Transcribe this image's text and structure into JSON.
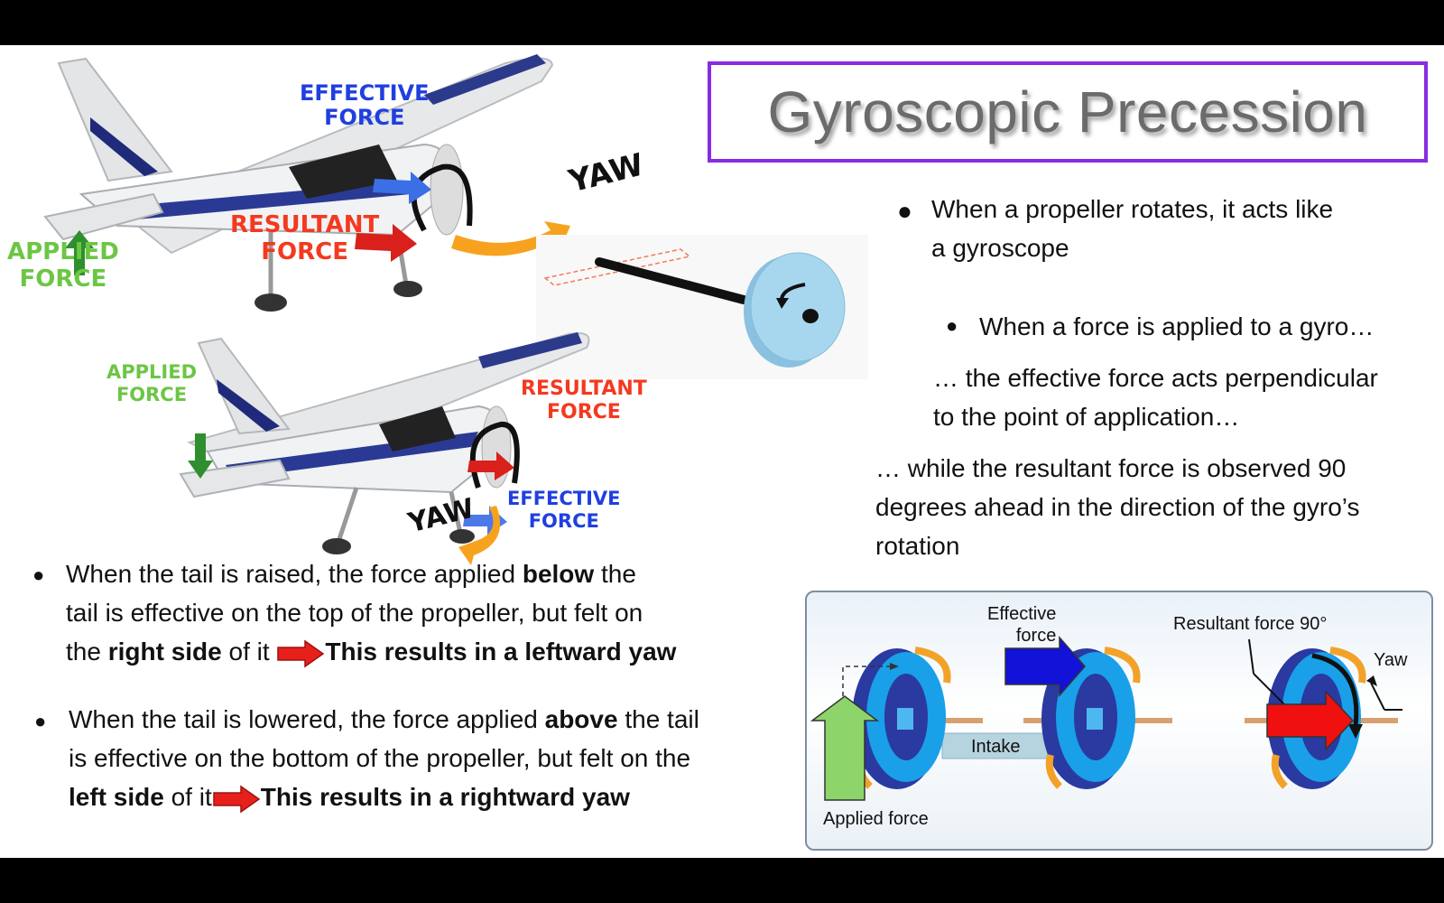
{
  "title": "Gyroscopic Precession",
  "plane_top": {
    "effective_force": [
      "EFFECTIVE",
      "FORCE"
    ],
    "resultant_force": [
      "RESULTANT",
      "FORCE"
    ],
    "applied_force": [
      "APPLIED",
      "FORCE"
    ],
    "yaw": "YAW"
  },
  "plane_bottom": {
    "applied_force": [
      "APPLIED",
      "FORCE"
    ],
    "resultant_force": [
      "RESULTANT",
      "FORCE"
    ],
    "effective_force": [
      "EFFECTIVE",
      "FORCE"
    ],
    "yaw": "YAW"
  },
  "right_bullets": {
    "b1_line1": "When a propeller rotates, it acts like",
    "b1_line2": "a gyroscope",
    "b2": "When a force is applied to a gyro…",
    "p1_line1": "… the effective force acts perpendicular",
    "p1_line2": "to the point of application…",
    "p2_line1": "… while the resultant force is observed 90",
    "p2_line2": "degrees ahead in the direction of the gyro’s",
    "p2_line3": "rotation"
  },
  "left_bullets": {
    "b1_l1_a": "When the tail is raised, the force applied ",
    "b1_l1_bold": "below",
    "b1_l1_b": " the",
    "b1_l2": "tail is effective on the top of the propeller, but felt on",
    "b1_l3_a": "the ",
    "b1_l3_bold": "right side",
    "b1_l3_b": " of it ",
    "b1_l3_result": "This results in a leftward yaw",
    "b2_l1_a": "When the tail is lowered, the force applied ",
    "b2_l1_bold": "above",
    "b2_l1_b": " the tail",
    "b2_l2": "is effective on the bottom of the propeller, but felt on the",
    "b2_l3_bold": "left side",
    "b2_l3_b": " of it",
    "b2_l3_result": "This results in a rightward yaw"
  },
  "gyro_panel": {
    "effective_force": [
      "Effective",
      "force"
    ],
    "resultant_force": "Resultant force 90°",
    "yaw": "Yaw",
    "intake": "Intake",
    "applied_force": "Applied force"
  },
  "colors": {
    "title_border": "#8a2be2",
    "effective": "#1f3fe0",
    "resultant": "#f4391f",
    "applied": "#6cc644",
    "arrow_red": "#e8201b"
  }
}
